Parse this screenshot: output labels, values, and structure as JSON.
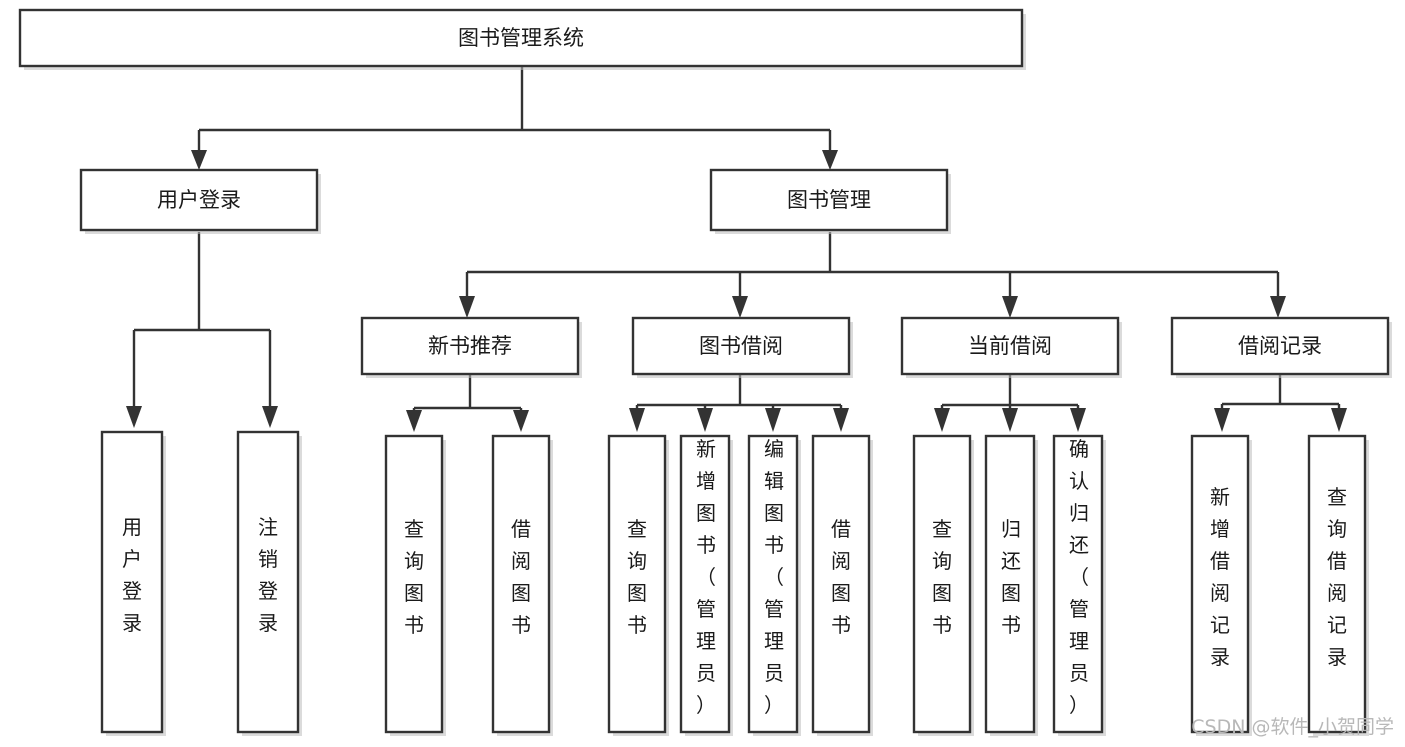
{
  "diagram": {
    "title": "图书管理系统",
    "type": "tree-hierarchy",
    "levels": 4,
    "root": {
      "id": "root",
      "label": "图书管理系统",
      "orientation": "horizontal"
    },
    "level2": [
      {
        "id": "user-login",
        "label": "用户登录",
        "orientation": "horizontal"
      },
      {
        "id": "book-manage",
        "label": "图书管理",
        "orientation": "horizontal"
      }
    ],
    "level3": [
      {
        "id": "new-book-recommend",
        "label": "新书推荐",
        "orientation": "horizontal",
        "parent": "book-manage"
      },
      {
        "id": "book-borrow",
        "label": "图书借阅",
        "orientation": "horizontal",
        "parent": "book-manage"
      },
      {
        "id": "current-borrow",
        "label": "当前借阅",
        "orientation": "horizontal",
        "parent": "book-manage"
      },
      {
        "id": "borrow-record",
        "label": "借阅记录",
        "orientation": "horizontal",
        "parent": "book-manage"
      }
    ],
    "leaves": [
      {
        "id": "leaf-user-login",
        "label": "用户登录",
        "parent": "user-login",
        "orientation": "vertical"
      },
      {
        "id": "leaf-user-logout",
        "label": "注销登录",
        "parent": "user-login",
        "orientation": "vertical"
      },
      {
        "id": "leaf-query-book-1",
        "label": "查询图书",
        "parent": "new-book-recommend",
        "orientation": "vertical"
      },
      {
        "id": "leaf-borrow-book-1",
        "label": "借阅图书",
        "parent": "new-book-recommend",
        "orientation": "vertical"
      },
      {
        "id": "leaf-query-book-2",
        "label": "查询图书",
        "parent": "book-borrow",
        "orientation": "vertical"
      },
      {
        "id": "leaf-add-book",
        "label": "新增图书（管理员）",
        "parent": "book-borrow",
        "orientation": "vertical"
      },
      {
        "id": "leaf-edit-book",
        "label": "编辑图书（管理员）",
        "parent": "book-borrow",
        "orientation": "vertical"
      },
      {
        "id": "leaf-borrow-book-2",
        "label": "借阅图书",
        "parent": "book-borrow",
        "orientation": "vertical"
      },
      {
        "id": "leaf-query-book-3",
        "label": "查询图书",
        "parent": "current-borrow",
        "orientation": "vertical"
      },
      {
        "id": "leaf-return-book",
        "label": "归还图书",
        "parent": "current-borrow",
        "orientation": "vertical"
      },
      {
        "id": "leaf-confirm-return",
        "label": "确认归还（管理员）",
        "parent": "current-borrow",
        "orientation": "vertical"
      },
      {
        "id": "leaf-add-record",
        "label": "新增借阅记录",
        "parent": "borrow-record",
        "orientation": "vertical"
      },
      {
        "id": "leaf-query-record",
        "label": "查询借阅记录",
        "parent": "borrow-record",
        "orientation": "vertical"
      }
    ]
  },
  "watermark": {
    "text": "CSDN @软件_小贺同学"
  },
  "colors": {
    "box_stroke": "#333333",
    "box_fill": "#ffffff",
    "text": "#1a1a1a",
    "background": "#ffffff",
    "watermark": "#b8b8b8"
  }
}
